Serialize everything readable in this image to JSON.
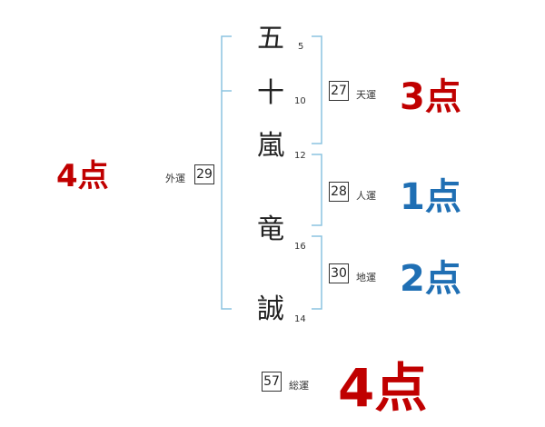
{
  "name_chars": [
    {
      "char": "五",
      "strokes": "5"
    },
    {
      "char": "十",
      "strokes": "10"
    },
    {
      "char": "嵐",
      "strokes": "12"
    },
    {
      "char": "竜",
      "strokes": "16"
    },
    {
      "char": "誠",
      "strokes": "14"
    }
  ],
  "fortunes": {
    "gaiun": {
      "label": "外運",
      "value": "29",
      "score": "4点"
    },
    "tenun": {
      "label": "天運",
      "value": "27",
      "score": "3点"
    },
    "jinun": {
      "label": "人運",
      "value": "28",
      "score": "1点"
    },
    "chiun": {
      "label": "地運",
      "value": "30",
      "score": "2点"
    },
    "souun": {
      "label": "総運",
      "value": "57",
      "score": "4点"
    }
  },
  "colors": {
    "bracket": "#8cc4e0",
    "score_red": "#c00000",
    "score_blue": "#1f6fb4"
  }
}
